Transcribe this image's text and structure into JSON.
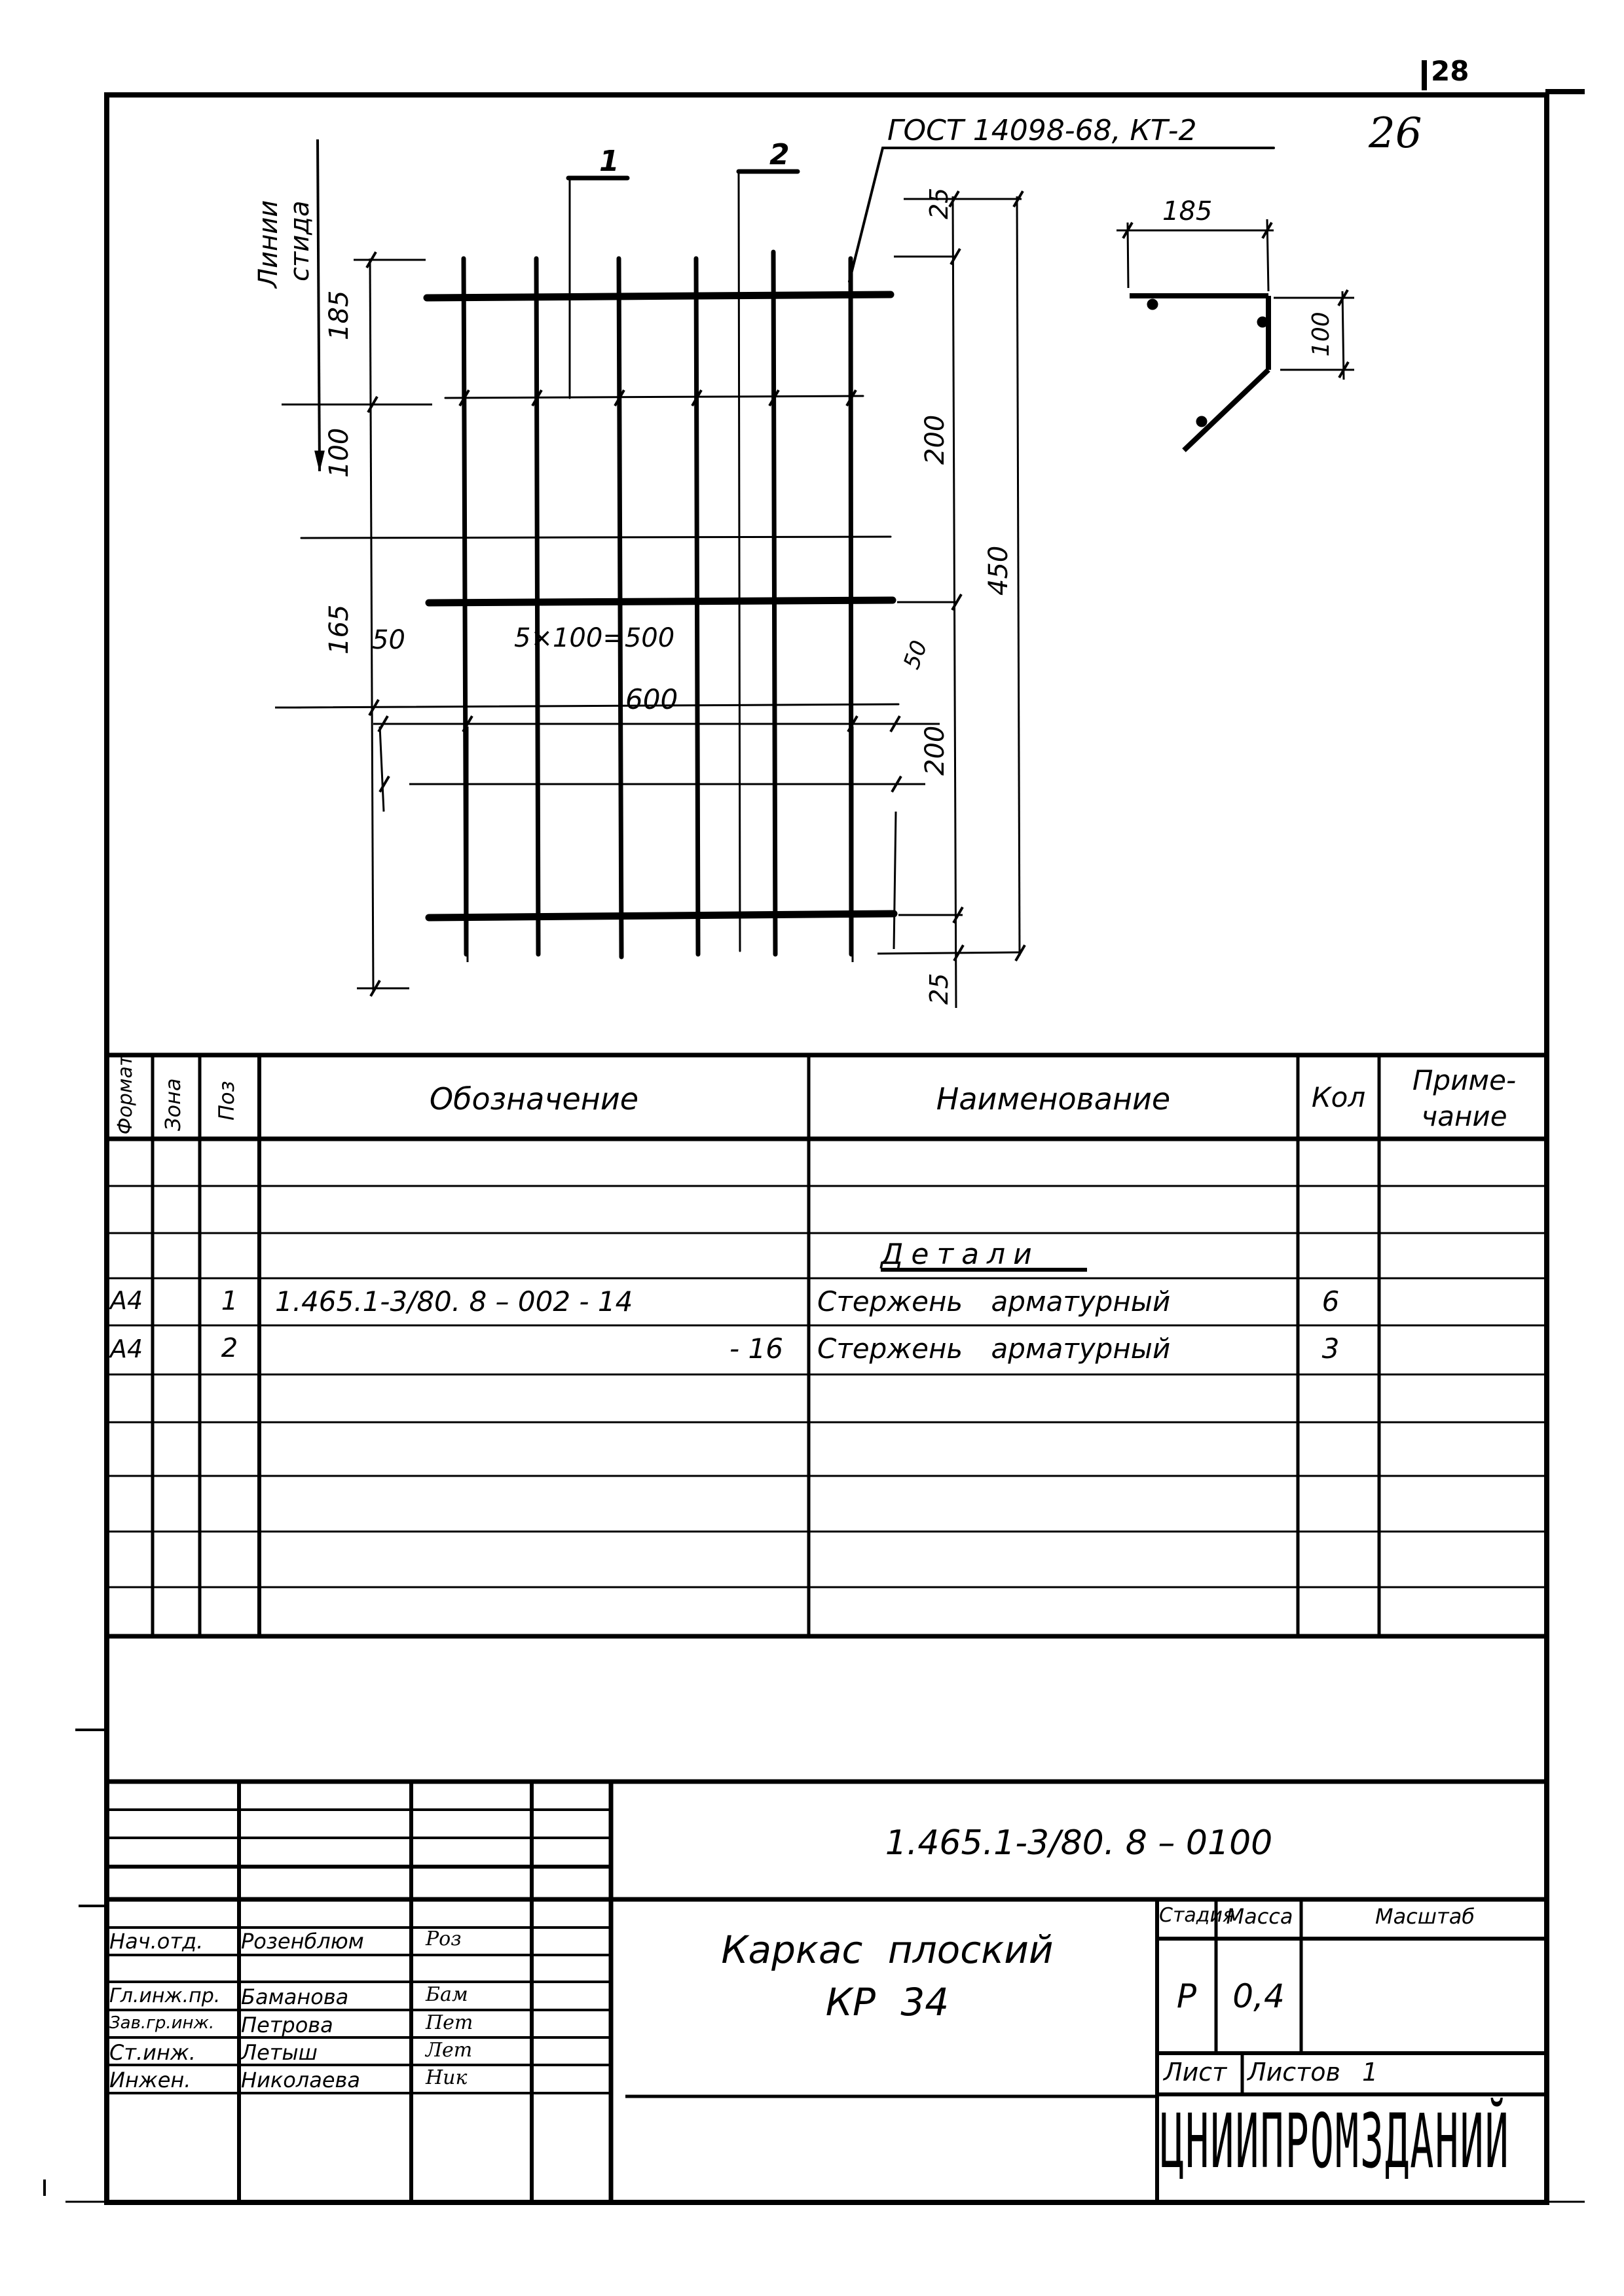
{
  "sheet": {
    "corner_page_number": "28",
    "handwritten_page_number": "26"
  },
  "drawing": {
    "gost_label": "ГОСТ 14098-68, КТ-2",
    "leader_pos_1": "1",
    "leader_pos_2": "2",
    "stand_line_label_1": "Линии",
    "stand_line_label_2": "стида",
    "dims": {
      "left_185": "185",
      "left_100": "100",
      "left_165": "165",
      "right_25_top": "25",
      "right_200_top": "200",
      "right_200_bottom": "200",
      "right_25_bottom": "25",
      "overall_450": "450",
      "bottom_50_left": "50",
      "bottom_span": "5×100=500",
      "bottom_50_right": "50",
      "overall_600": "600"
    },
    "bend_detail": {
      "dim_185": "185",
      "dim_100": "100"
    }
  },
  "spec_table": {
    "headers": {
      "format": "Формат",
      "zone": "Зона",
      "pos": "Поз",
      "designation": "Обозначение",
      "name": "Наименование",
      "qty": "Кол",
      "note": "Приме-чание",
      "note_line1": "Приме-",
      "note_line2": "чание"
    },
    "section_title": "Детали",
    "rows": [
      {
        "format": "",
        "zone": "",
        "pos": "",
        "designation": "",
        "name": "",
        "qty": "",
        "note": ""
      },
      {
        "format": "",
        "zone": "",
        "pos": "",
        "designation": "",
        "name": "Детали",
        "qty": "",
        "note": ""
      },
      {
        "format": "А4",
        "zone": "",
        "pos": "1",
        "designation": "1.465.1-3/80. 8 – 002 - 14",
        "name": "Стержень арматурный",
        "qty": "6",
        "note": ""
      },
      {
        "format": "А4",
        "zone": "",
        "pos": "2",
        "designation": "- 16",
        "name": "Стержень арматурный",
        "qty": "3",
        "note": ""
      },
      {
        "format": "",
        "zone": "",
        "pos": "",
        "designation": "",
        "name": "",
        "qty": "",
        "note": ""
      },
      {
        "format": "",
        "zone": "",
        "pos": "",
        "designation": "",
        "name": "",
        "qty": "",
        "note": ""
      },
      {
        "format": "",
        "zone": "",
        "pos": "",
        "designation": "",
        "name": "",
        "qty": "",
        "note": ""
      },
      {
        "format": "",
        "zone": "",
        "pos": "",
        "designation": "",
        "name": "",
        "qty": "",
        "note": ""
      }
    ]
  },
  "title_block": {
    "document_code": "1.465.1-3/80. 8 – 0100",
    "product_name_line1": "Каркас плоский",
    "product_name_line2": "КР 34",
    "stage_label": "Стадия",
    "mass_label": "Масса",
    "scale_label": "Масштаб",
    "stage_value": "Р",
    "mass_value": "0,4",
    "scale_value": "",
    "sheet_label": "Лист",
    "sheets_label": "Листов",
    "sheets_value": "1",
    "organization": "ЦНИИПРОМЗДАНИЙ",
    "signatures": [
      {
        "role": "Нач.отд.",
        "name": "Розенблюм",
        "signature": "Роз"
      },
      {
        "role": "",
        "name": "",
        "signature": ""
      },
      {
        "role": "Гл.инж.пр.",
        "name": "Баманова",
        "signature": "Бам"
      },
      {
        "role": "Зав.гр.инж.",
        "name": "Петрова",
        "signature": "Пет"
      },
      {
        "role": "Ст.инж.",
        "name": "Летыш",
        "signature": "Лет"
      },
      {
        "role": "Инжен.",
        "name": "Николаева",
        "signature": "Ник"
      }
    ]
  }
}
